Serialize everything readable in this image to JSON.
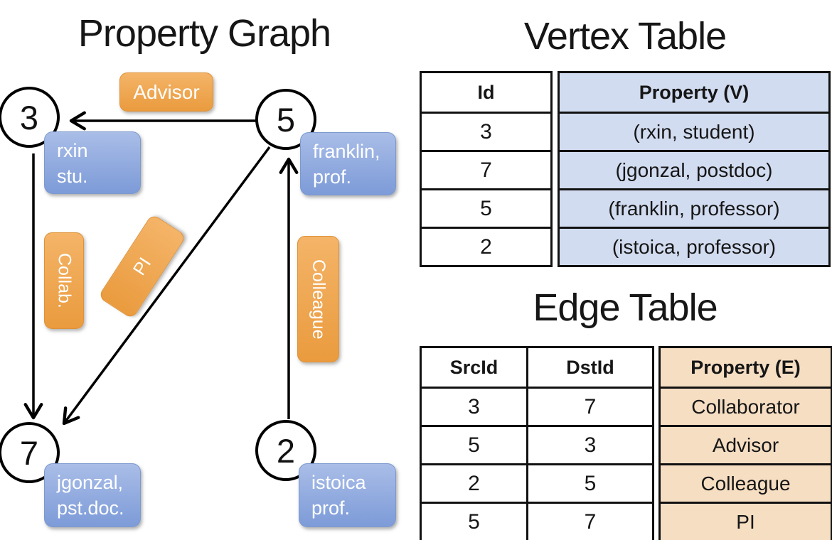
{
  "titles": {
    "property_graph": "Property Graph",
    "vertex_table": "Vertex Table",
    "edge_table": "Edge Table"
  },
  "graph": {
    "nodes": [
      {
        "id": "3",
        "property_lines": [
          "rxin",
          "stu."
        ]
      },
      {
        "id": "5",
        "property_lines": [
          "franklin,",
          "prof."
        ]
      },
      {
        "id": "7",
        "property_lines": [
          "jgonzal,",
          "pst.doc."
        ]
      },
      {
        "id": "2",
        "property_lines": [
          "istoica",
          "prof."
        ]
      }
    ],
    "edge_labels": {
      "advisor": "Advisor",
      "collab": "Collab.",
      "pi": "PI",
      "colleague": "Colleague"
    },
    "edges": [
      {
        "src": "5",
        "dst": "3",
        "label": "Advisor"
      },
      {
        "src": "3",
        "dst": "7",
        "label": "Collab."
      },
      {
        "src": "5",
        "dst": "7",
        "label": "PI"
      },
      {
        "src": "2",
        "dst": "5",
        "label": "Colleague"
      }
    ]
  },
  "vertex_table": {
    "headers": [
      "Id",
      "Property (V)"
    ],
    "rows": [
      [
        "3",
        "(rxin, student)"
      ],
      [
        "7",
        "(jgonzal, postdoc)"
      ],
      [
        "5",
        "(franklin, professor)"
      ],
      [
        "2",
        "(istoica, professor)"
      ]
    ]
  },
  "edge_table": {
    "headers": [
      "SrcId",
      "DstId",
      "Property (E)"
    ],
    "rows": [
      [
        "3",
        "7",
        "Collaborator"
      ],
      [
        "5",
        "3",
        "Advisor"
      ],
      [
        "2",
        "5",
        "Colleague"
      ],
      [
        "5",
        "7",
        "PI"
      ]
    ]
  },
  "colors": {
    "node_border": "#000000",
    "edge_line": "#000000",
    "vertex_box_blue": "#7d9bd8",
    "edge_box_orange": "#ea9b3e",
    "vertex_table_fill": "#d2dcf0",
    "edge_table_fill": "#f6dec3",
    "table_border": "#111111"
  }
}
